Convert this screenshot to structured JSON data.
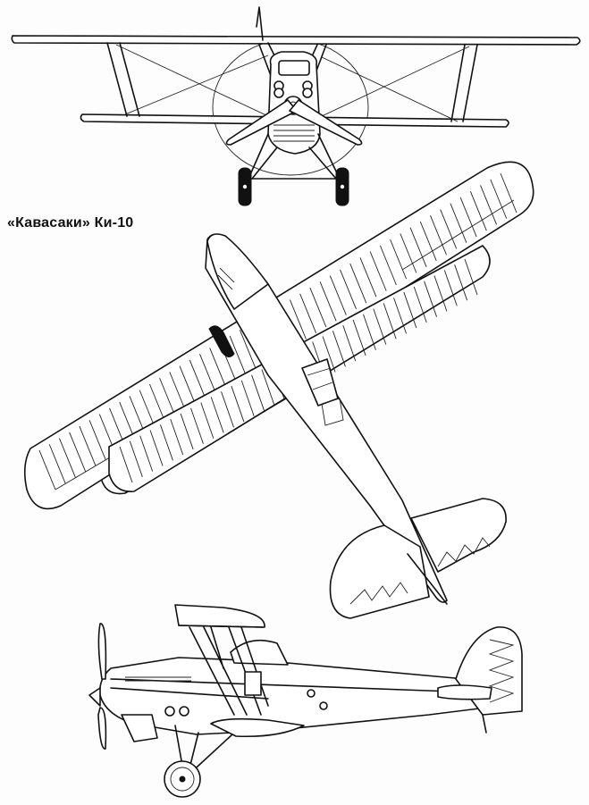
{
  "caption": "«Кавасаки» Ки-10",
  "views": [
    {
      "name": "front-view"
    },
    {
      "name": "plan-view"
    },
    {
      "name": "side-view"
    }
  ]
}
